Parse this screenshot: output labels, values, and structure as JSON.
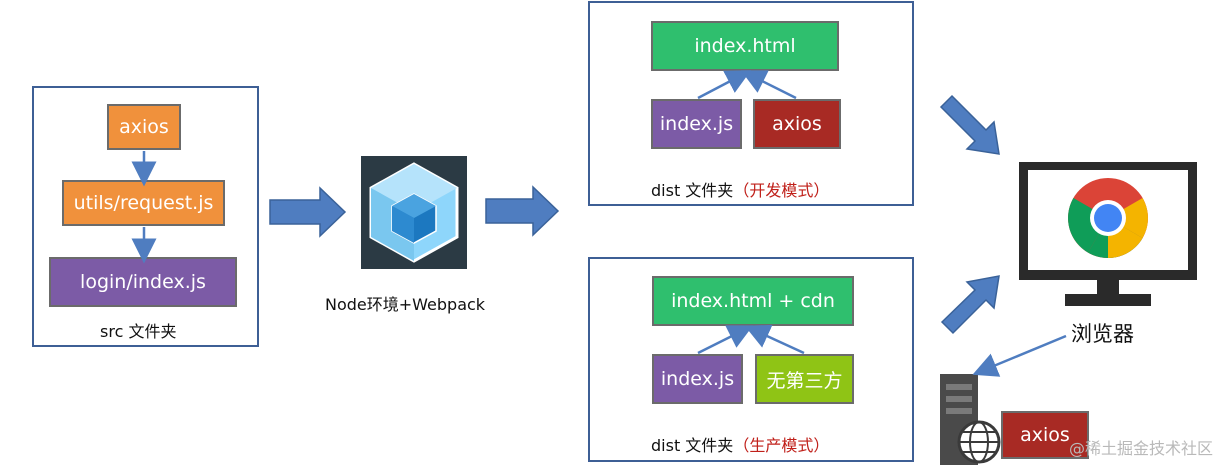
{
  "src": {
    "axios": "axios",
    "request": "utils/request.js",
    "login": "login/index.js",
    "caption": "src 文件夹"
  },
  "build": {
    "caption": "Node环境+Webpack",
    "icon": "webpack-cube-icon"
  },
  "dev": {
    "html": "index.html",
    "js": "index.js",
    "axios": "axios",
    "caption_prefix": "dist 文件夹",
    "caption_mode": "（开发模式）"
  },
  "prod": {
    "html": "index.html + cdn",
    "js": "index.js",
    "third": "无第三方",
    "caption_prefix": "dist 文件夹",
    "caption_mode": "（生产模式）"
  },
  "browser": {
    "label": "浏览器",
    "icon": "chrome-icon"
  },
  "server": {
    "icon": "server-globe-icon",
    "axios": "axios"
  },
  "watermark": "@稀土掘金技术社区",
  "colors": {
    "orange": "#f0913c",
    "purple": "#7c5ba6",
    "green": "#2fbf6e",
    "red": "#a82a24",
    "lime": "#8fc415",
    "arrow": "#4f7dc0",
    "frame": "#3e5f95",
    "highlight": "#c0201a"
  }
}
